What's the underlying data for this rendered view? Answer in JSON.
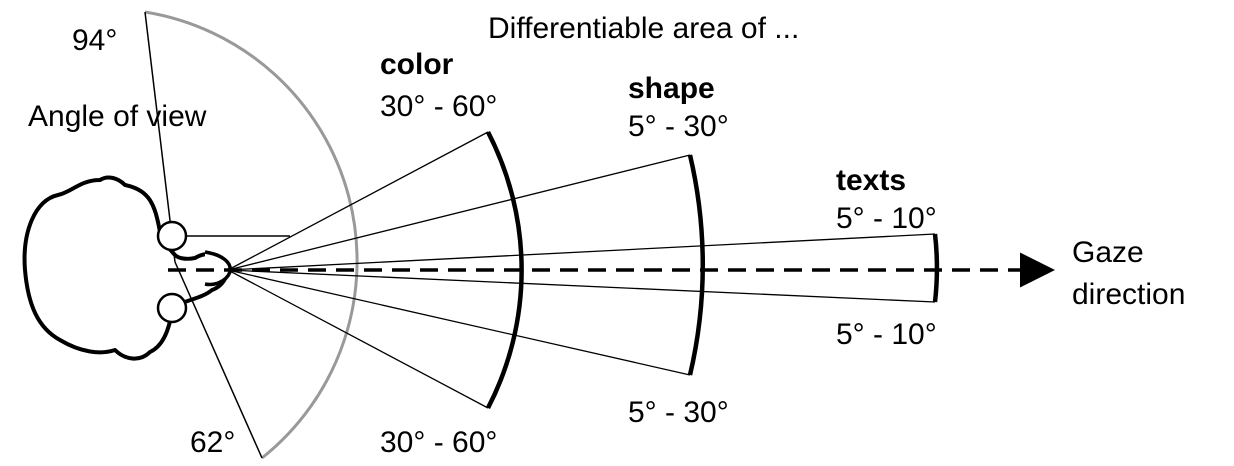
{
  "title": "Differentiable area of ...",
  "angle_label": "Angle of view",
  "angle_upper": "94°",
  "angle_lower": "62°",
  "zones": [
    {
      "name": "color",
      "range_top": "30°  - 60°",
      "range_bottom": "30°  - 60°"
    },
    {
      "name": "shape",
      "range_top": "5°  - 30°",
      "range_bottom": "5°  - 30°"
    },
    {
      "name": "texts",
      "range_top": "5°  - 10°",
      "range_bottom": "5°  - 10°"
    }
  ],
  "gaze_label_line1": "Gaze",
  "gaze_label_line2": "direction",
  "colors": {
    "ink": "#000000",
    "view_arc": "#999999"
  }
}
